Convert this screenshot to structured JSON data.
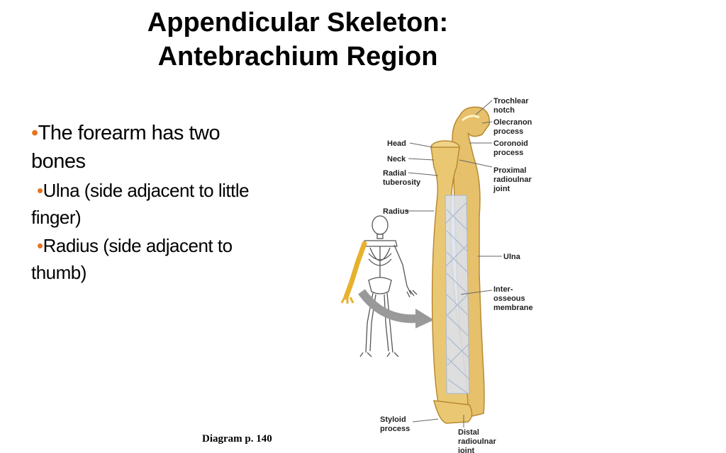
{
  "title": {
    "line1": "Appendicular Skeleton:",
    "line2": "Antebrachium Region"
  },
  "bullets": [
    {
      "marker": "•",
      "text": "The forearm has two bones"
    },
    {
      "marker": "•",
      "text": "Ulna (side adjacent to little finger)"
    },
    {
      "marker": "•",
      "text": "Radius (side adjacent to thumb)"
    }
  ],
  "caption": "Diagram p. 140",
  "figure": {
    "labels": {
      "trochlear_notch": [
        "Trochlear",
        "notch"
      ],
      "olecranon_process": [
        "Olecranon",
        "process"
      ],
      "coronoid_process": [
        "Coronoid",
        "process"
      ],
      "proximal_radioulnar_joint": [
        "Proximal",
        "radioulnar",
        "joint"
      ],
      "ulna": [
        "Ulna"
      ],
      "interosseous_membrane": [
        "Inter-",
        "osseous",
        "membrane"
      ],
      "head": [
        "Head"
      ],
      "neck": [
        "Neck"
      ],
      "radial_tuberosity": [
        "Radial",
        "tuberosity"
      ],
      "radius": [
        "Radius"
      ],
      "styloid_process": [
        "Styloid",
        "process"
      ],
      "distal_radioulnar_joint": [
        "Distal",
        "radioulnar",
        "joint"
      ]
    },
    "colors": {
      "bone": "#e9c871",
      "bone_shadow": "#c99a3c",
      "membrane": "#c9d4e6",
      "arrow": "#999999",
      "highlight_arm": "#e6b12c"
    }
  }
}
